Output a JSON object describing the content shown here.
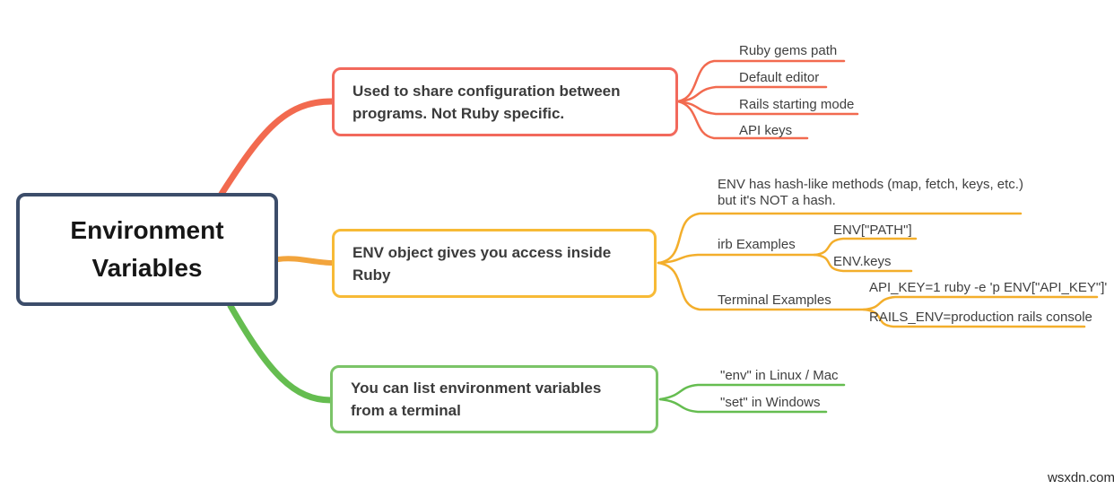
{
  "title": "Environment\nVariables",
  "watermark": "wsxdn.com",
  "colors": {
    "root_border": "#3C4D6A",
    "branch_red": "#F2695C",
    "branch_red_edge": "#F26A4F",
    "branch_yellow": "#F7BA36",
    "branch_yellow_edge": "#F3AE2B",
    "branch_green": "#7BC468",
    "branch_green_edge": "#65BD50",
    "text": "#3B3B3B",
    "background": "#FFFFFF"
  },
  "branches": [
    {
      "label": "Used to share configuration between\nprograms. Not Ruby specific.",
      "children": [
        {
          "label": "Ruby gems path"
        },
        {
          "label": "Default editor"
        },
        {
          "label": "Rails starting mode"
        },
        {
          "label": "API keys"
        }
      ]
    },
    {
      "label": "ENV object gives you access inside\nRuby",
      "children": [
        {
          "label": "ENV has hash-like methods (map, fetch, keys, etc.)\nbut it's NOT a hash."
        },
        {
          "label": "irb Examples",
          "children": [
            {
              "label": "ENV[\"PATH\"]"
            },
            {
              "label": "ENV.keys"
            }
          ]
        },
        {
          "label": "Terminal Examples",
          "children": [
            {
              "label": "API_KEY=1 ruby -e 'p ENV[\"API_KEY\"]'"
            },
            {
              "label": "RAILS_ENV=production rails console"
            }
          ]
        }
      ]
    },
    {
      "label": "You can list environment variables\nfrom a terminal",
      "children": [
        {
          "label": "\"env\" in Linux / Mac"
        },
        {
          "label": "\"set\" in Windows"
        }
      ]
    }
  ]
}
